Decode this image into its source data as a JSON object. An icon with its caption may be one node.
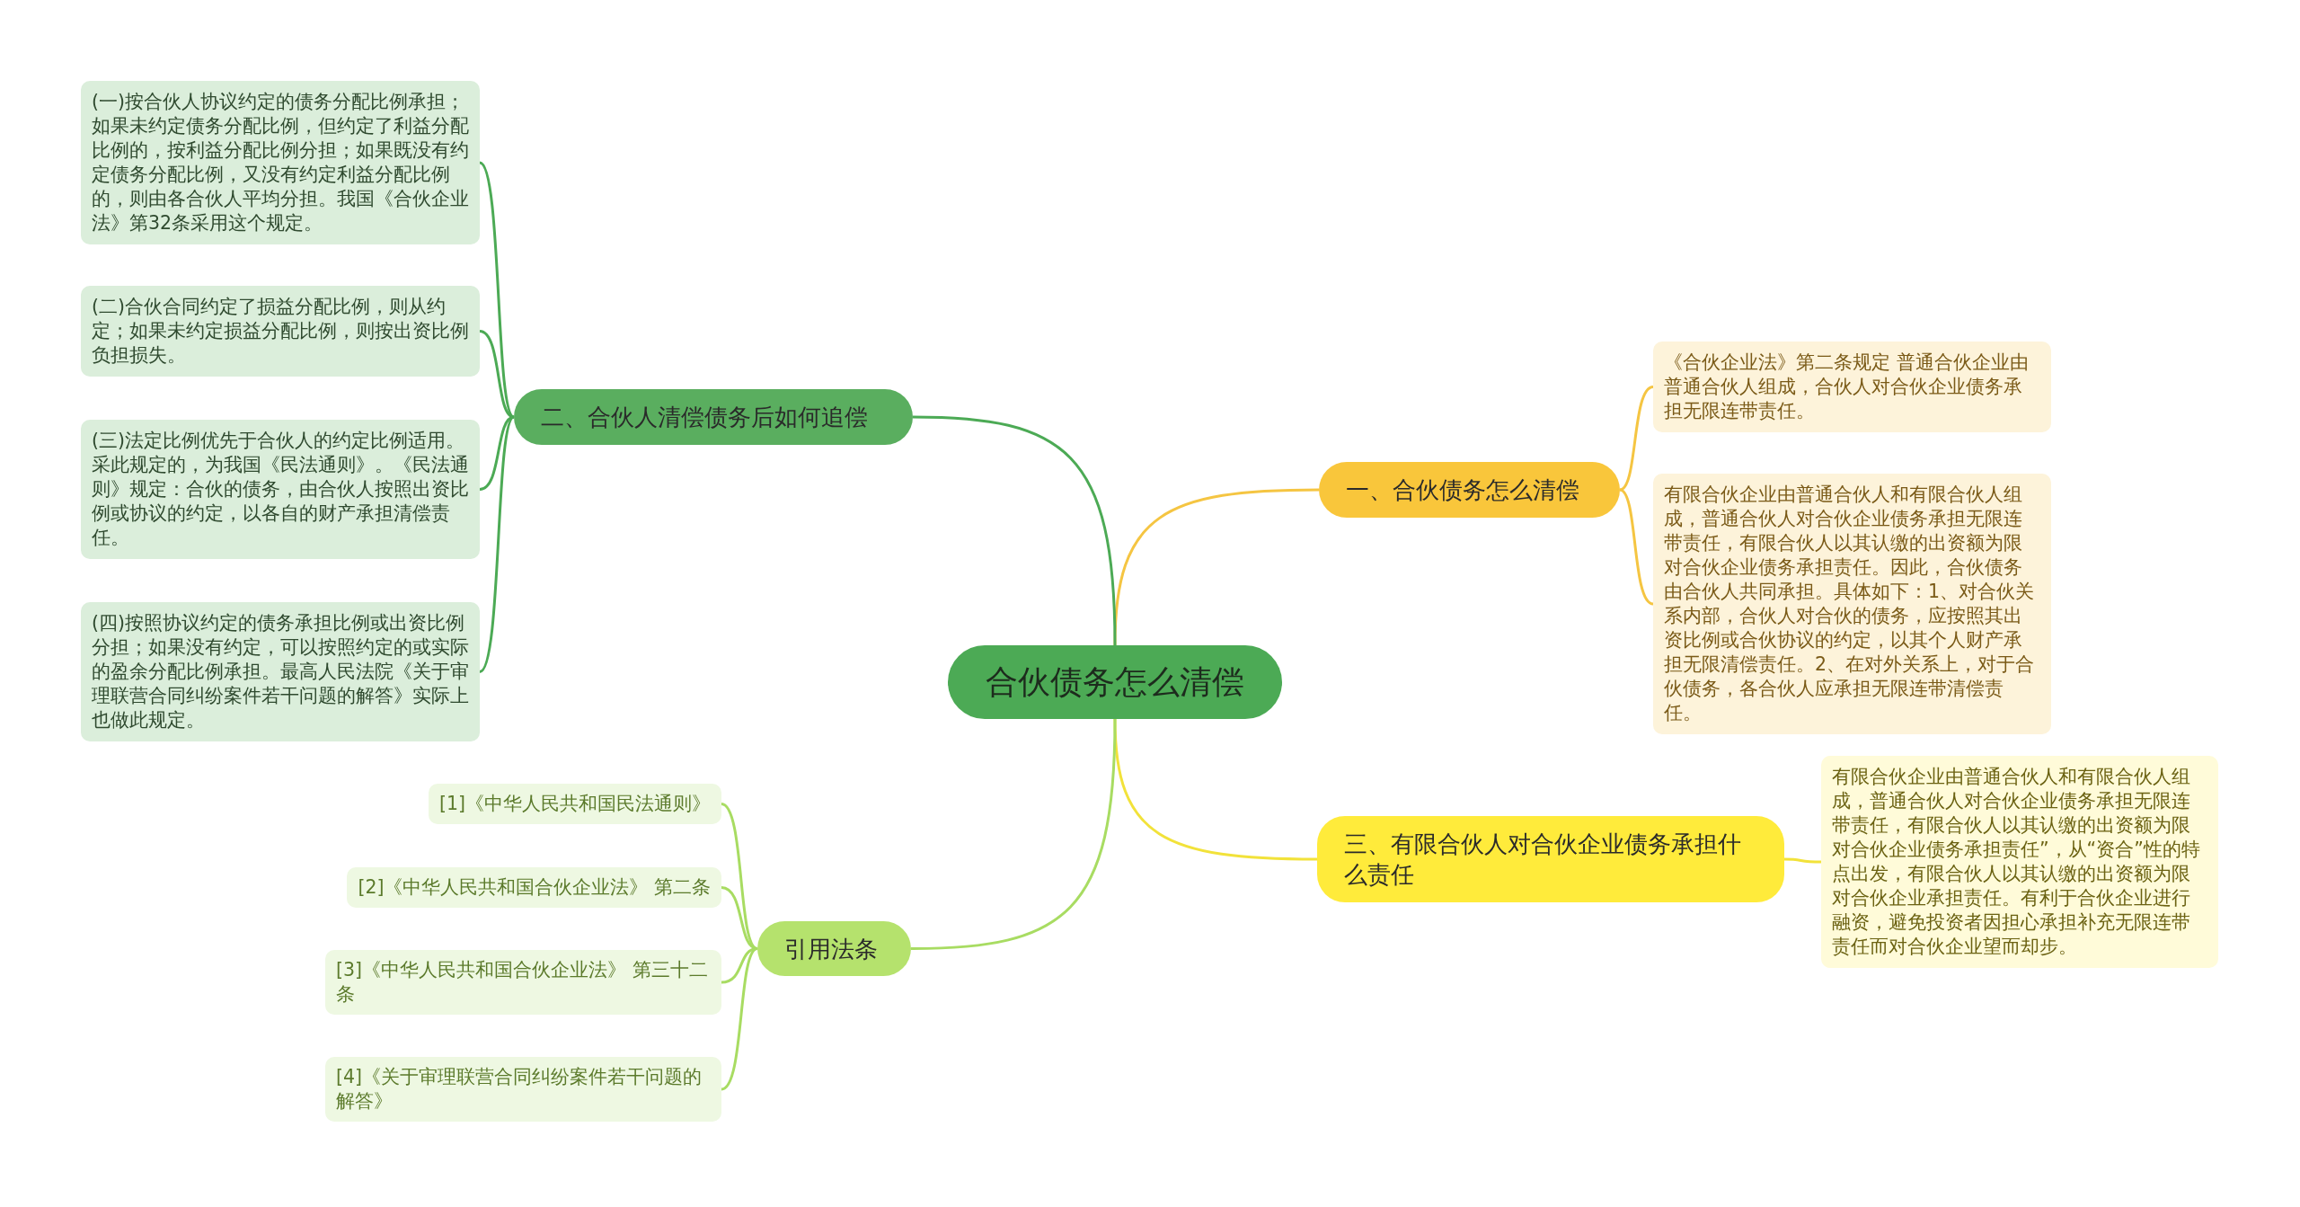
{
  "diagram": {
    "nodes": [
      {
        "text": [
          "合伙债务怎么清偿"
        ]
      },
      {
        "text": [
          "一、合伙债务怎么清偿"
        ]
      },
      {
        "text": [
          "《合伙企业法》第二条规定 普通合伙企业由普通合伙人组成，合伙人对合伙企业债务承担无限连带责任。"
        ]
      },
      {
        "text": [
          "有限合伙企业由普通合伙人和有限合伙人组成，普通合伙人对合伙企业债务承担无限连带责任，有限合伙人以其认缴的出资额为限对合伙企业债务承担责任。因此，合伙债务由合伙人共同承担。具体如下：1、对合伙关系内部，合伙人对合伙的债务，应按照其出资比例或合伙协议的约定，以其个人财产承担无限清偿责任。2、在对外关系上，对于合伙债务，各合伙人应承担无限连带清偿责任。"
        ]
      },
      {
        "text": [
          "二、合伙人清偿债务后如何追偿"
        ]
      },
      {
        "text": [
          "(一)按合伙人协议约定的债务分配比例承担；如果未约定债务分配比例，但约定了利益分配比例的，按利益分配比例分担；如果既没有约定债务分配比例，又没有约定利益分配比例的，则由各合伙人平均分担。我国《合伙企业法》第32条采用这个规定。"
        ]
      },
      {
        "text": [
          "(二)合伙合同约定了损益分配比例，则从约定；如果未约定损益分配比例，则按出资比例负担损失。"
        ]
      },
      {
        "text": [
          "(三)法定比例优先于合伙人的约定比例适用。采此规定的，为我国《民法通则》。《民法通则》规定：合伙的债务，由合伙人按照出资比例或协议的约定，以各自的财产承担清偿责任。"
        ]
      },
      {
        "text": [
          "(四)按照协议约定的债务承担比例或出资比例分担；如果没有约定，可以按照约定的或实际的盈余分配比例承担。最高人民法院《关于审理联营合同纠纷案件若干问题的解答》实际上也做此规定。"
        ]
      },
      {
        "text": [
          "三、有限合伙人对合伙企业债务承担什么责任"
        ]
      },
      {
        "text": [
          "有限合伙企业由普通合伙人和有限合伙人组成，普通合伙人对合伙企业债务承担无限连带责任，有限合伙人以其认缴的出资额为限对合伙企业债务承担责任”，从“资合”性的特点出发，有限合伙人以其认缴的出资额为限对合伙企业承担责任。有利于合伙企业进行融资，避免投资者因担心承担补充无限连带责任而对合伙企业望而却步。"
        ]
      },
      {
        "text": [
          "引用法条"
        ]
      },
      {
        "text": [
          "[1]《中华人民共和国民法通则》"
        ]
      },
      {
        "text": [
          "[2]《中华人民共和国合伙企业法》 第二条"
        ]
      },
      {
        "text": [
          "[3]《中华人民共和国合伙企业法》 第三十二条"
        ]
      },
      {
        "text": [
          "[4]《关于审理联营合同纠纷案件若干问题的解答》"
        ]
      }
    ],
    "edges": [
      {
        "from": 0,
        "to": 1,
        "arrow": "none",
        "color": "#f5c542"
      },
      {
        "from": 1,
        "to": 2,
        "arrow": "none",
        "color": "#f5c542"
      },
      {
        "from": 1,
        "to": 3,
        "arrow": "none",
        "color": "#f5c542"
      },
      {
        "from": 0,
        "to": 4,
        "arrow": "none",
        "color": "#4caa55"
      },
      {
        "from": 4,
        "to": 5,
        "arrow": "none",
        "color": "#4caa55"
      },
      {
        "from": 4,
        "to": 6,
        "arrow": "none",
        "color": "#4caa55"
      },
      {
        "from": 4,
        "to": 7,
        "arrow": "none",
        "color": "#4caa55"
      },
      {
        "from": 4,
        "to": 8,
        "arrow": "none",
        "color": "#4caa55"
      },
      {
        "from": 0,
        "to": 9,
        "arrow": "none",
        "color": "#f2e23a"
      },
      {
        "from": 9,
        "to": 10,
        "arrow": "none",
        "color": "#f2e23a"
      },
      {
        "from": 0,
        "to": 11,
        "arrow": "none",
        "color": "#a8dc62"
      },
      {
        "from": 11,
        "to": 12,
        "arrow": "none",
        "color": "#a8dc62"
      },
      {
        "from": 11,
        "to": 13,
        "arrow": "none",
        "color": "#a8dc62"
      },
      {
        "from": 11,
        "to": 14,
        "arrow": "none",
        "color": "#a8dc62"
      },
      {
        "from": 11,
        "to": 15,
        "arrow": "none",
        "color": "#a8dc62"
      }
    ]
  }
}
